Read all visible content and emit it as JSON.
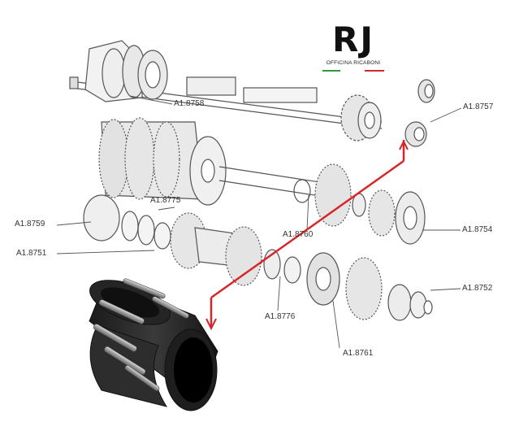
{
  "brand": {
    "mark": "RJ",
    "name": "OFFICINA RICABONI",
    "stripe_green": "#2e9a3c",
    "stripe_red": "#d1262a"
  },
  "parts": {
    "p8758": "A1.8758",
    "p8757": "A1.8757",
    "p8775": "A1.8775",
    "p8759": "A1.8759",
    "p8760": "A1.8760",
    "p8754": "A1.8754",
    "p8751": "A1.8751",
    "p8752": "A1.8752",
    "p8776": "A1.8776",
    "p8761": "A1.8761"
  },
  "colors": {
    "highlight_arrow": "#d6262a",
    "drawing": "#555555",
    "bearing_body": "#2b2b2b",
    "bearing_needle": "#9a9a9a"
  },
  "icons": {
    "highlighted_part": "needle-roller-bearing-icon"
  }
}
